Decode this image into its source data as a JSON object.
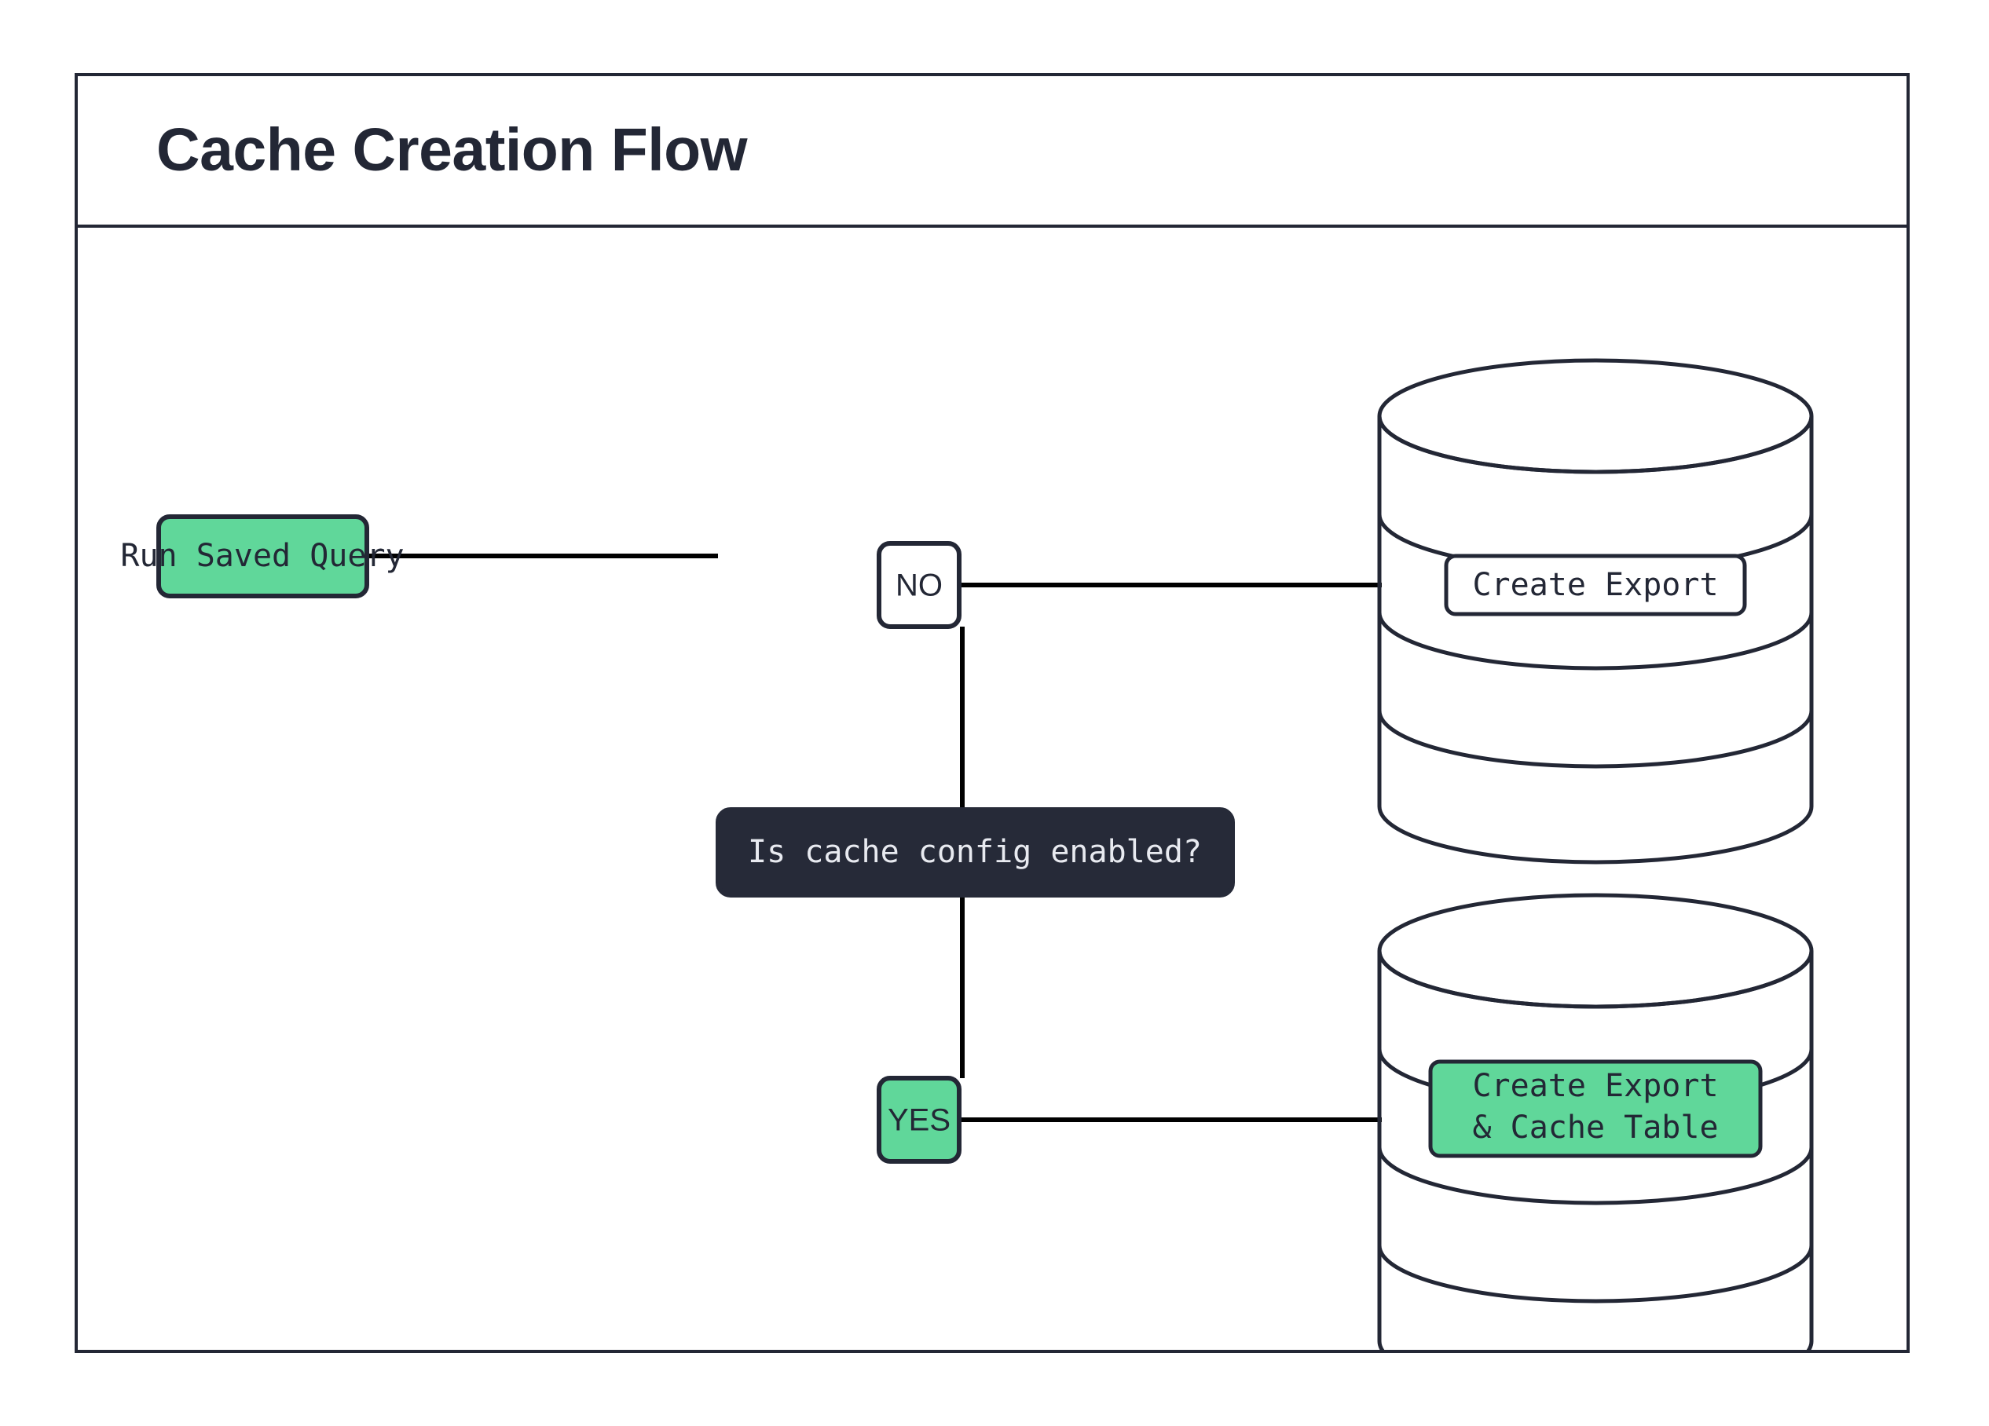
{
  "diagram": {
    "title": "Cache Creation Flow",
    "type": "flowchart",
    "colors": {
      "frame_border": "#232735",
      "ink": "#232735",
      "accent_green": "#60d79a",
      "decision_fill": "#262a38",
      "decision_text": "#e8eaf0",
      "edge": "#000000",
      "background": "#ffffff"
    },
    "nodes": {
      "start": {
        "label": "Run Saved Query",
        "shape": "rounded-rect",
        "fill": "green"
      },
      "decision": {
        "label": "Is cache config enabled?",
        "shape": "rounded-rect",
        "fill": "dark"
      },
      "branch_no": {
        "label": "NO",
        "shape": "rounded-rect",
        "fill": "white"
      },
      "branch_yes": {
        "label": "YES",
        "shape": "rounded-rect",
        "fill": "green"
      },
      "db_export": {
        "label": "Create Export",
        "shape": "database-cylinder",
        "label_fill": "white"
      },
      "db_export_cache": {
        "label_line1": "Create Export",
        "label_line2": "& Cache Table",
        "shape": "database-cylinder",
        "label_fill": "green"
      }
    },
    "edges": [
      {
        "from": "start",
        "to": "decision",
        "label": ""
      },
      {
        "from": "decision",
        "to": "branch_no",
        "label": ""
      },
      {
        "from": "branch_no",
        "to": "db_export",
        "label": ""
      },
      {
        "from": "decision",
        "to": "branch_yes",
        "label": ""
      },
      {
        "from": "branch_yes",
        "to": "db_export_cache",
        "label": ""
      }
    ]
  }
}
